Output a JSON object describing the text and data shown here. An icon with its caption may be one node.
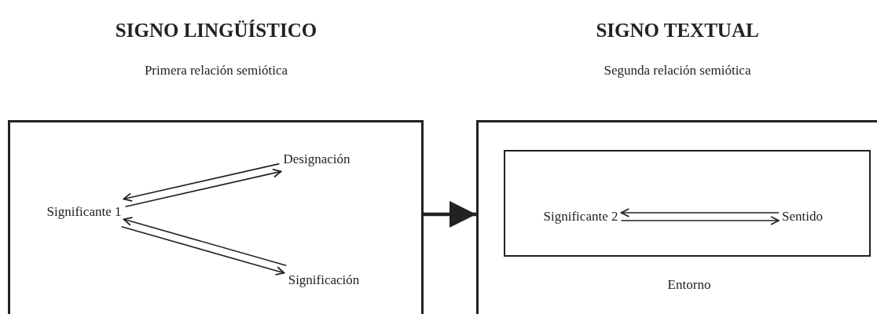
{
  "diagram": {
    "nodes": [
      {
        "text": [],
        "shape": "box"
      },
      {
        "text": [
          "Significante 1"
        ],
        "in": 0
      },
      {
        "text": [
          "Designación"
        ],
        "in": 0
      },
      {
        "text": [
          "Significación"
        ],
        "in": 0
      },
      {
        "text": [
          "Entorno"
        ]
      },
      {
        "text": [],
        "shape": "box",
        "in": 4
      },
      {
        "text": [
          "Significante 2"
        ],
        "in": 5
      },
      {
        "text": [
          "Sentido"
        ],
        "in": 5
      }
    ],
    "edges": [
      {
        "from": 1,
        "to": 2,
        "arrow": "to"
      },
      {
        "from": 2,
        "to": 1,
        "arrow": "to"
      },
      {
        "from": 1,
        "to": 3,
        "arrow": "to"
      },
      {
        "from": 3,
        "to": 1,
        "arrow": "to"
      },
      {
        "from": 0,
        "to": 4,
        "arrow": "to",
        "style": "thick"
      },
      {
        "from": 6,
        "to": 7,
        "arrow": "to"
      },
      {
        "from": 7,
        "to": 6,
        "arrow": "to"
      }
    ],
    "labels": [
      "SIGNO LINGÜÍSTICO",
      "Primera relación semiótica",
      "SIGNO TEXTUAL",
      "Segunda relación semiótica"
    ]
  }
}
